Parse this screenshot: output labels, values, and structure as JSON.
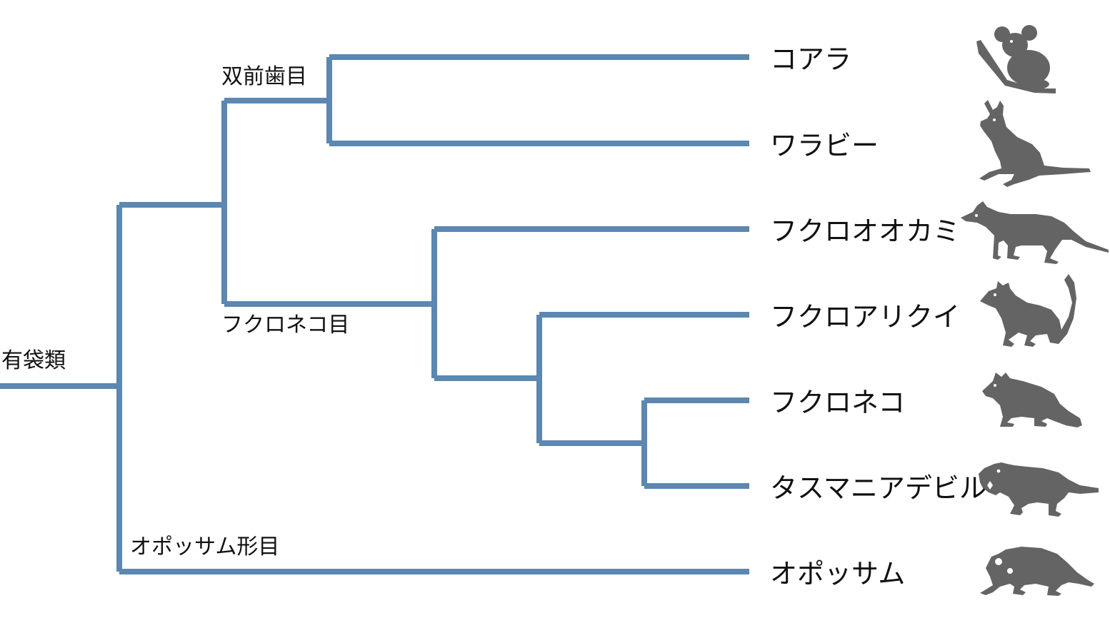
{
  "tree": {
    "root_label": "有袋類",
    "clade_labels": {
      "diprotodontia": "双前歯目",
      "dasyuromorphia": "フクロネコ目",
      "didelphimorphia": "オポッサム形目"
    },
    "taxa": [
      {
        "id": "koala",
        "name": "コアラ",
        "icon": "koala-icon"
      },
      {
        "id": "wallaby",
        "name": "ワラビー",
        "icon": "wallaby-icon"
      },
      {
        "id": "thylacine",
        "name": "フクロオオカミ",
        "icon": "thylacine-icon"
      },
      {
        "id": "numbat",
        "name": "フクロアリクイ",
        "icon": "numbat-icon"
      },
      {
        "id": "quoll",
        "name": "フクロネコ",
        "icon": "quoll-icon"
      },
      {
        "id": "tasmanian-devil",
        "name": "タスマニアデビル",
        "icon": "tasmanian-devil-icon"
      },
      {
        "id": "opossum",
        "name": "オポッサム",
        "icon": "opossum-icon"
      }
    ]
  },
  "colors": {
    "branch": "#5b87b1",
    "silhouette": "#646464",
    "text": "#111111"
  }
}
